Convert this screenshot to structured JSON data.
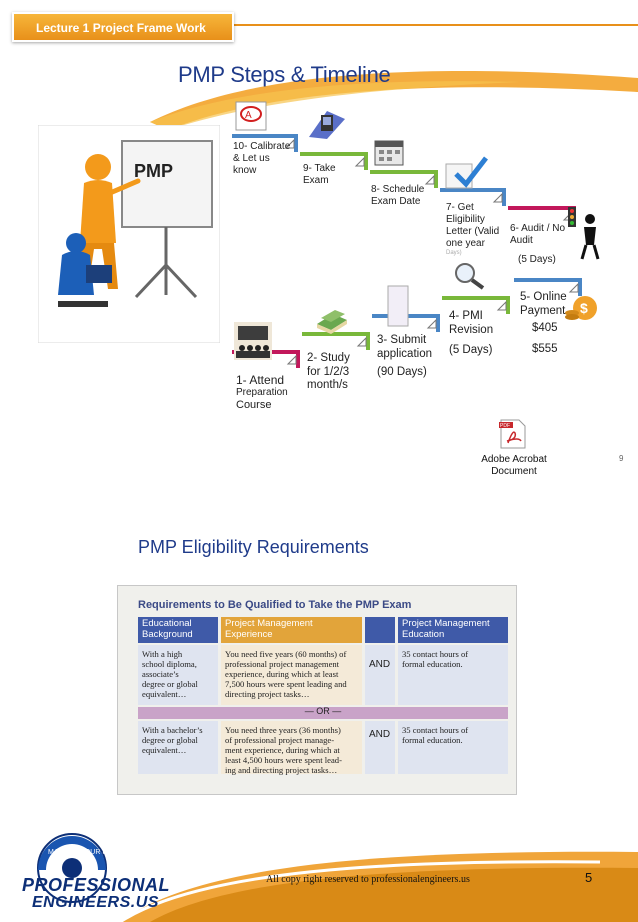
{
  "header": {
    "lecture_label": "Lecture 1  Project Frame Work"
  },
  "title": "PMP Steps & Timeline",
  "illustration": {
    "board_text": "PMP"
  },
  "steps": [
    {
      "id": "10",
      "lines": [
        "10- Calibrate",
        "& Let us",
        "know"
      ]
    },
    {
      "id": "9",
      "lines": [
        "9- Take",
        "Exam"
      ]
    },
    {
      "id": "8",
      "lines": [
        "8- Schedule",
        "Exam Date"
      ]
    },
    {
      "id": "7",
      "lines": [
        "7- Get",
        "Eligibility",
        "Letter (Valid",
        "one year"
      ]
    },
    {
      "id": "6",
      "lines": [
        "6- Audit / No",
        "Audit",
        "(5 Days)"
      ]
    },
    {
      "id": "5",
      "lines": [
        "5- Online",
        "Payment",
        "$405",
        "$555"
      ]
    },
    {
      "id": "4",
      "lines": [
        "4- PMI",
        "Revision",
        "(5 Days)"
      ]
    },
    {
      "id": "3",
      "lines": [
        "3- Submit",
        "application",
        "(90 Days)"
      ]
    },
    {
      "id": "2",
      "lines": [
        "2- Study",
        "for 1/2/3",
        "month/s"
      ]
    },
    {
      "id": "1",
      "lines": [
        "1- Attend",
        "Preparation",
        "Course"
      ]
    }
  ],
  "step7_faint": "Days)",
  "attachment": {
    "badge": "PDF",
    "label_line1": "Adobe Acrobat",
    "label_line2": "Document"
  },
  "page_index": "9",
  "section_title": "PMP Eligibility Requirements",
  "requirements": {
    "title": "Requirements to Be Qualified to Take the PMP Exam",
    "headers": [
      "Educational Background",
      "Project Management Experience",
      "Project Management Education"
    ],
    "header_lines": [
      [
        "Educational",
        "Background"
      ],
      [
        "Project Management",
        "Experience"
      ],
      [
        "Project Management",
        "Education"
      ]
    ],
    "rows": [
      {
        "education": [
          "With a high",
          "school diploma,",
          "associate’s",
          "degree or global",
          "equivalent…"
        ],
        "experience": [
          "You need five years (60 months) of",
          "professional project management",
          "experience, during which at least",
          "7,500 hours were spent leading and",
          "directing project tasks…"
        ],
        "joiner": "AND",
        "pm_education": [
          "35 contact hours of",
          "formal education."
        ]
      },
      {
        "education": [
          "With a bachelor’s",
          "degree or global",
          "equivalent…"
        ],
        "experience": [
          "You need three years (36 months)",
          "of professional project manage-",
          "ment experience, during which at",
          "least 4,500 hours were spent lead-",
          "ing and directing project tasks…"
        ],
        "joiner": "AND",
        "pm_education": [
          "35 contact hours of",
          "formal education."
        ]
      }
    ],
    "separator": "— OR —"
  },
  "footer": {
    "copyright": "All copy right reserved to professionalengineers.us",
    "page_number": "5",
    "logo_line1": "PROFESSIONAL",
    "logo_line2": "ENGINEERS.US",
    "logo_arc_text": "MANAGE YOUR FUTURE"
  },
  "colors": {
    "orange": "#e8901a",
    "title_blue": "#1f3b8a",
    "header_blue": "#3f5aa8",
    "header_orange": "#e2a43a",
    "stair_green": "#79b83a",
    "stair_blue": "#4a86c5"
  }
}
